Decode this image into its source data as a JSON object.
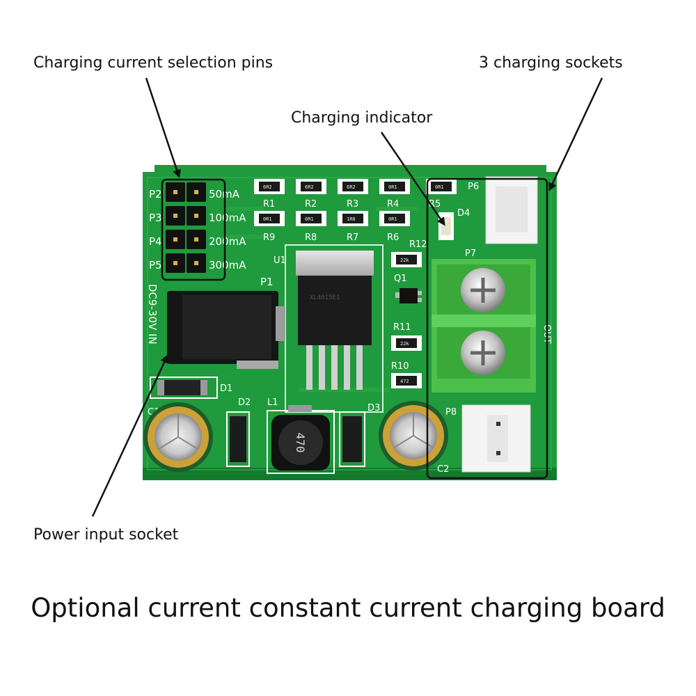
{
  "labels": {
    "pins": "Charging current selection pins",
    "sockets": "3 charging sockets",
    "indicator": "Charging indicator",
    "power": "Power input socket"
  },
  "caption": "Optional current constant current charging board",
  "colors": {
    "board": "#1f9a3c",
    "board_dark": "#137a2b",
    "terminal": "#4cc04a",
    "annotation": "#111111"
  }
}
